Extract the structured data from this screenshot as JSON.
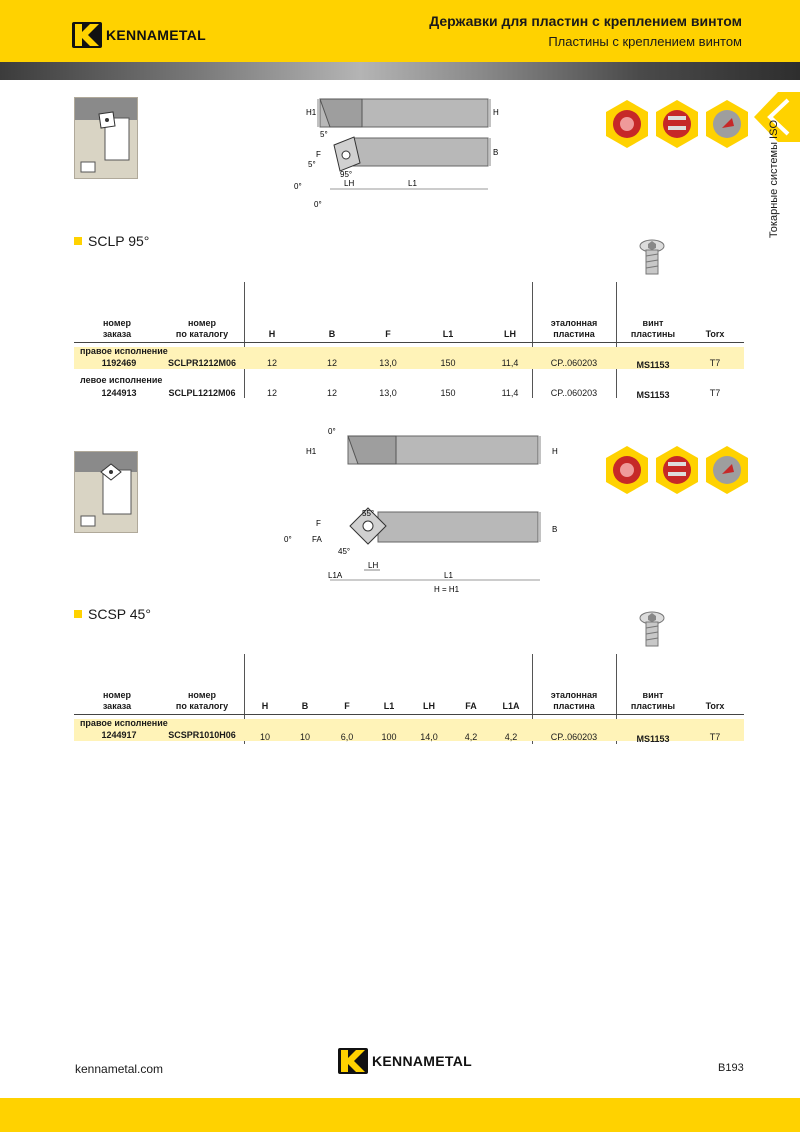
{
  "header": {
    "brand": "KENNAMETAL",
    "title": "Державки для пластин с креплением винтом",
    "subtitle": "Пластины с креплением винтом"
  },
  "side_label": "Токарные системы ISO",
  "colors": {
    "accent": "#ffd200",
    "band": "#fff3b8"
  },
  "section1": {
    "title": "SCLP 95°",
    "diagram_labels": {
      "h1": "H1",
      "h": "H",
      "b": "B",
      "f": "F",
      "l1": "L1",
      "lh": "LH",
      "a5a": "5°",
      "a5b": "5°",
      "a95": "95°",
      "a0a": "0°",
      "a0b": "0°"
    },
    "table": {
      "headers": [
        [
          "номер",
          "заказа"
        ],
        [
          "номер",
          "по каталогу"
        ],
        [
          "H"
        ],
        [
          "B"
        ],
        [
          "F"
        ],
        [
          "L1"
        ],
        [
          "LH"
        ],
        [
          "эталонная",
          "пластина"
        ],
        [
          "винт",
          "пластины"
        ],
        [
          "Torx"
        ]
      ],
      "groups": [
        {
          "label": "правое исполнение",
          "row": [
            "1192469",
            "SCLPR1212M06",
            "12",
            "12",
            "13,0",
            "150",
            "11,4",
            "CP..060203",
            "MS1153",
            "T7"
          ]
        },
        {
          "label": "левое исполнение",
          "row": [
            "1244913",
            "SCLPL1212M06",
            "12",
            "12",
            "13,0",
            "150",
            "11,4",
            "CP..060203",
            "MS1153",
            "T7"
          ]
        }
      ]
    }
  },
  "section2": {
    "title": "SCSP 45°",
    "diagram_labels": {
      "a0a": "0°",
      "h1": "H1",
      "h": "H",
      "a55": "55°",
      "f": "F",
      "a0b": "0°",
      "fa": "FA",
      "b": "B",
      "a45": "45°",
      "lh": "LH",
      "l1a": "L1A",
      "l1": "L1",
      "hh1": "H = H1"
    },
    "table": {
      "headers": [
        [
          "номер",
          "заказа"
        ],
        [
          "номер",
          "по каталогу"
        ],
        [
          "H"
        ],
        [
          "B"
        ],
        [
          "F"
        ],
        [
          "L1"
        ],
        [
          "LH"
        ],
        [
          "FA"
        ],
        [
          "L1A"
        ],
        [
          "эталонная",
          "пластина"
        ],
        [
          "винт",
          "пластины"
        ],
        [
          "Torx"
        ]
      ],
      "groups": [
        {
          "label": "правое исполнение",
          "row": [
            "1244917",
            "SCSPR1010H06",
            "10",
            "10",
            "6,0",
            "100",
            "14,0",
            "4,2",
            "4,2",
            "CP..060203",
            "MS1153",
            "T7"
          ]
        }
      ]
    }
  },
  "footer": {
    "url": "kennametal.com",
    "page": "B193",
    "brand": "KENNAMETAL"
  }
}
